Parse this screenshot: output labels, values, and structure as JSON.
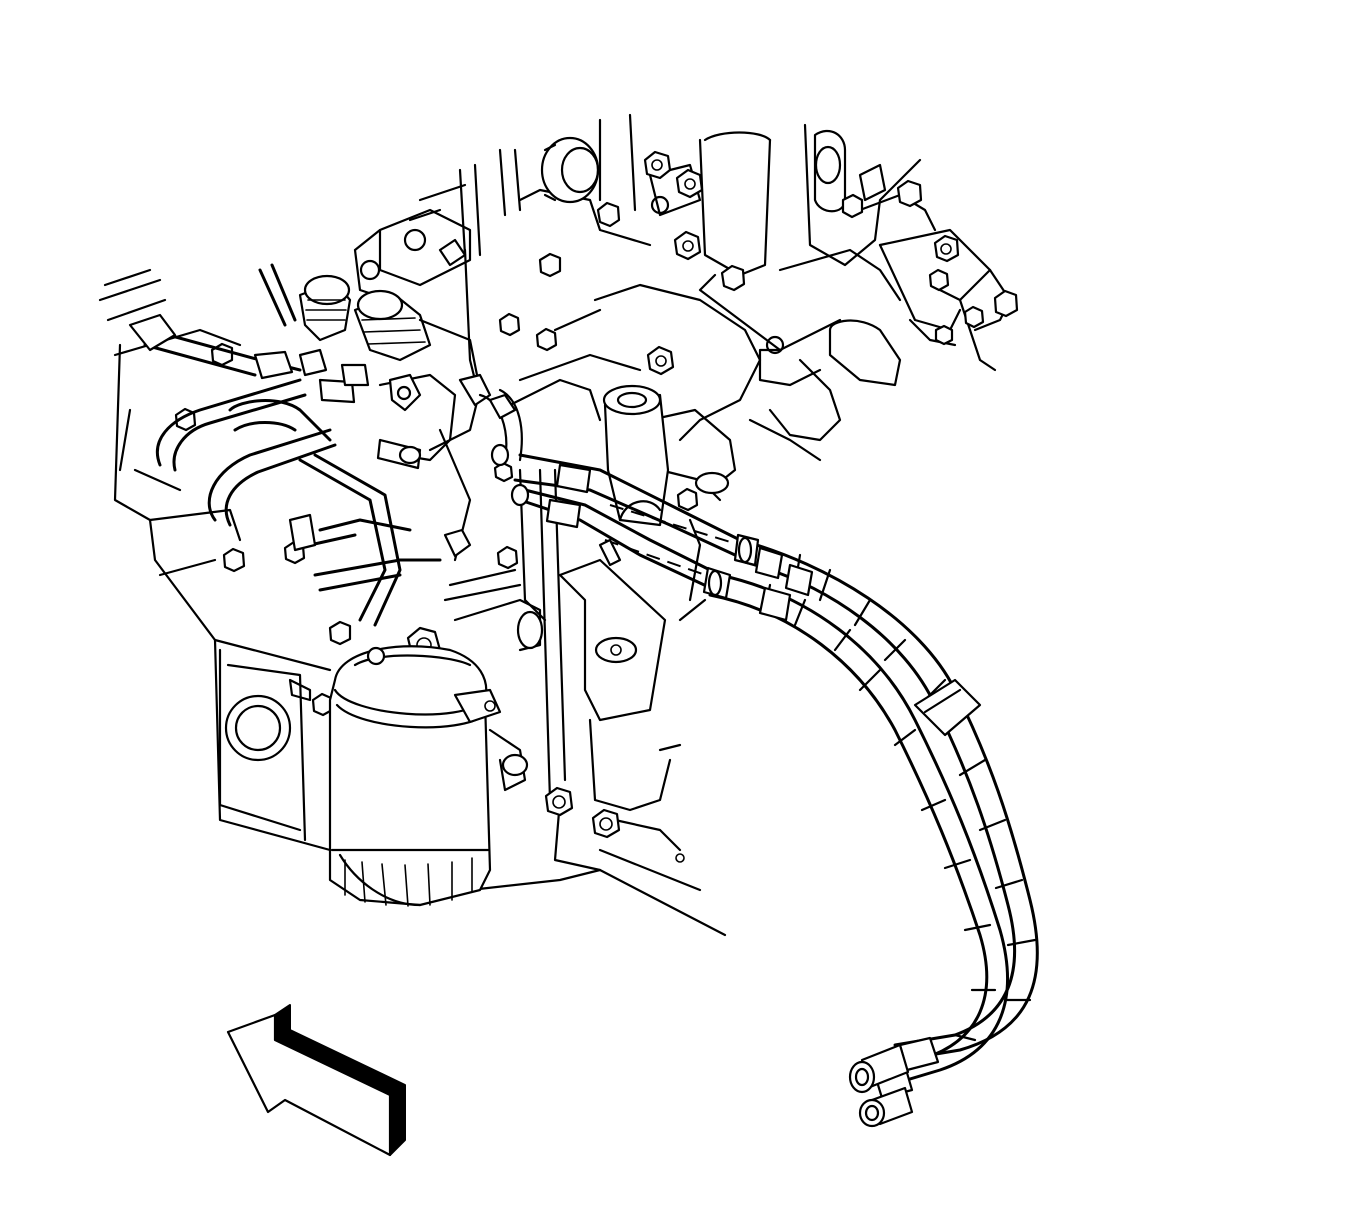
{
  "diagram": {
    "background": "#ffffff",
    "line_color": "#000000",
    "arrow": {
      "direction": "up-left",
      "style": "outlined-3d"
    },
    "components": [
      "engine-block",
      "oil-filter",
      "oil-cooler-lines",
      "fuel-injection-pump",
      "fuel-injector-lines",
      "oil-fill-tube",
      "exhaust-manifold"
    ]
  }
}
